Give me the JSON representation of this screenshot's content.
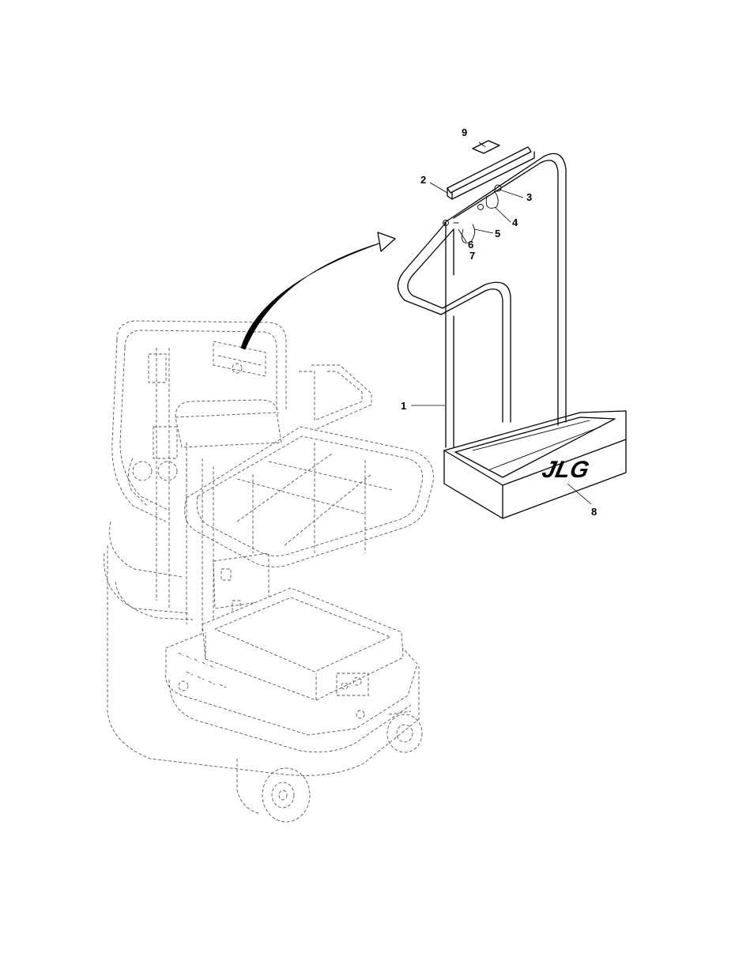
{
  "diagram": {
    "callouts": [
      {
        "id": "c1",
        "label": "1"
      },
      {
        "id": "c2",
        "label": "2"
      },
      {
        "id": "c3",
        "label": "3"
      },
      {
        "id": "c4",
        "label": "4"
      },
      {
        "id": "c5",
        "label": "5"
      },
      {
        "id": "c6",
        "label": "6"
      },
      {
        "id": "c7",
        "label": "7"
      },
      {
        "id": "c8",
        "label": "8"
      },
      {
        "id": "c9",
        "label": "9"
      }
    ],
    "logo_text": "JLG",
    "colors": {
      "line": "#000000",
      "phantom": "#555555",
      "background": "#ffffff"
    }
  }
}
